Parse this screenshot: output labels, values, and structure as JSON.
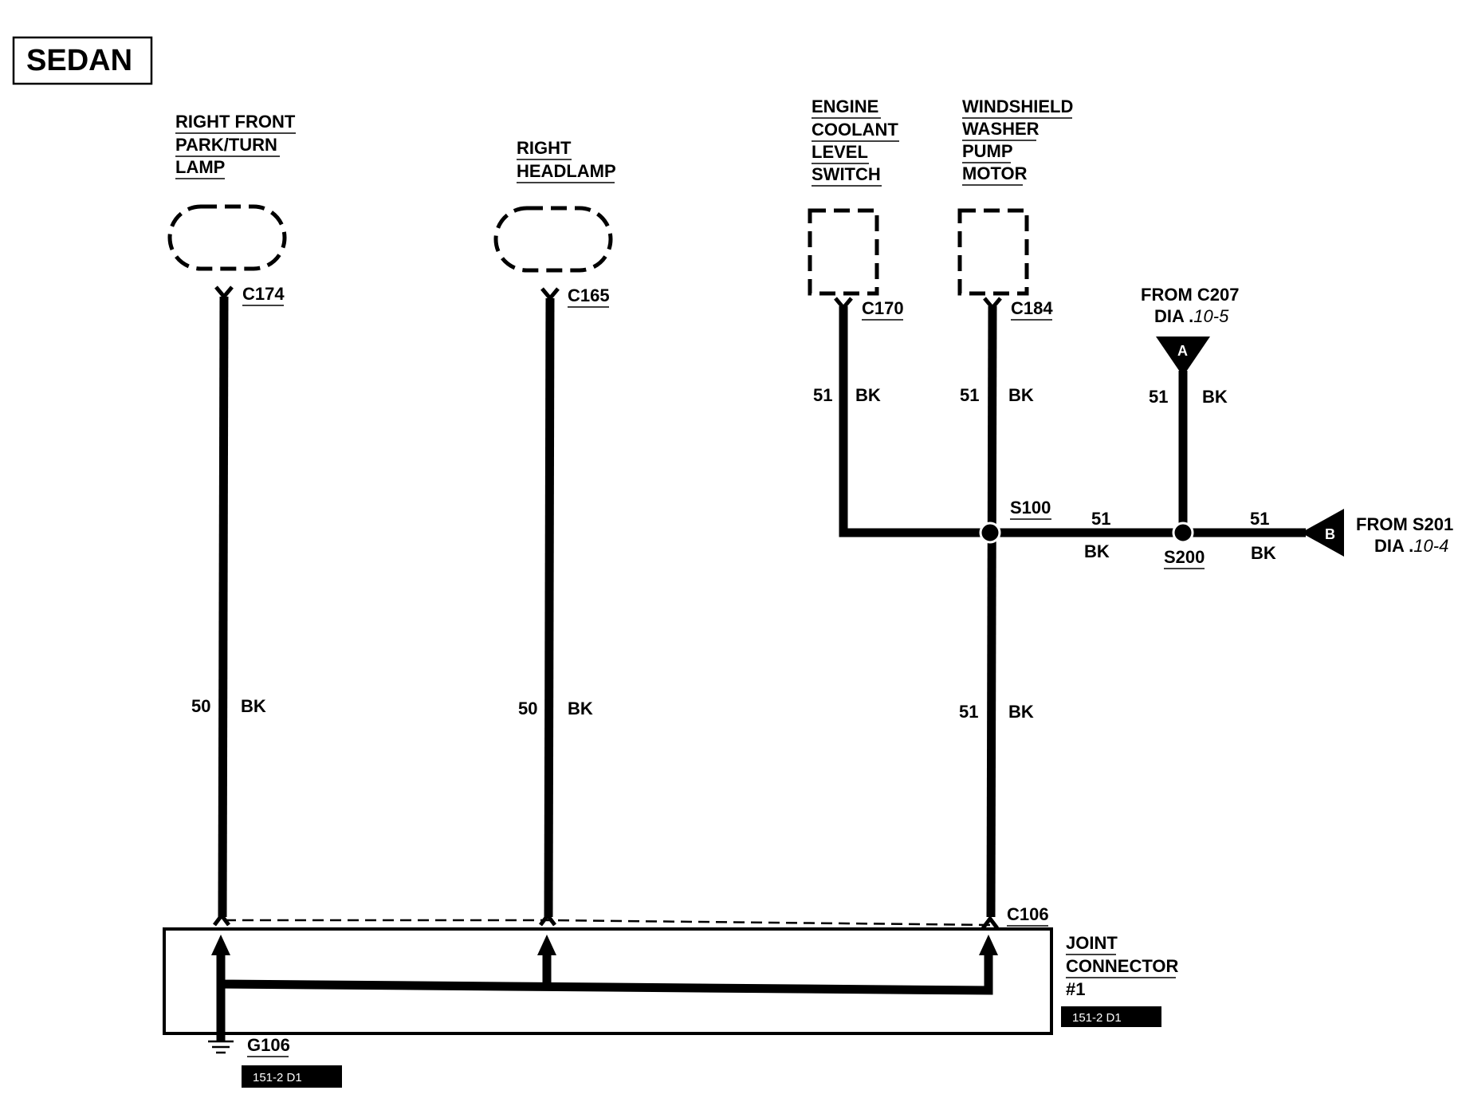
{
  "title": "SEDAN",
  "components": {
    "park_turn_lamp": [
      "RIGHT FRONT",
      "PARK/TURN",
      "LAMP"
    ],
    "headlamp": [
      "RIGHT",
      "HEADLAMP"
    ],
    "coolant_switch": [
      "ENGINE",
      "COOLANT",
      "LEVEL",
      "SWITCH"
    ],
    "washer_motor": [
      "WINDSHIELD",
      "WASHER",
      "PUMP",
      "MOTOR"
    ],
    "joint_connector": [
      "JOINT",
      "CONNECTOR",
      "#1"
    ]
  },
  "connectors": {
    "c174": "C174",
    "c165": "C165",
    "c170": "C170",
    "c184": "C184",
    "c106": "C106"
  },
  "splices": {
    "s100": "S100",
    "s200": "S200"
  },
  "ground": "G106",
  "refs": {
    "ground_ref": "151-2 D1",
    "joint_ref": "151-2 D1"
  },
  "offpage": {
    "a": {
      "letter": "A",
      "from": "FROM C207",
      "dia": "DIA .",
      "dia_num": "10-5"
    },
    "b": {
      "letter": "B",
      "from": "FROM S201",
      "dia": "DIA .",
      "dia_num": "10-4"
    }
  },
  "wires": {
    "w1": {
      "circuit": "50",
      "color": "BK"
    },
    "w2": {
      "circuit": "50",
      "color": "BK"
    },
    "w3": {
      "circuit": "51",
      "color": "BK"
    },
    "w4": {
      "circuit": "51",
      "color": "BK"
    },
    "w5": {
      "circuit": "51",
      "color": "BK"
    },
    "w6": {
      "circuit": "51",
      "color": "BK"
    },
    "w7": {
      "circuit": "51",
      "color": "BK"
    },
    "w8": {
      "circuit": "51",
      "color": "BK"
    }
  }
}
